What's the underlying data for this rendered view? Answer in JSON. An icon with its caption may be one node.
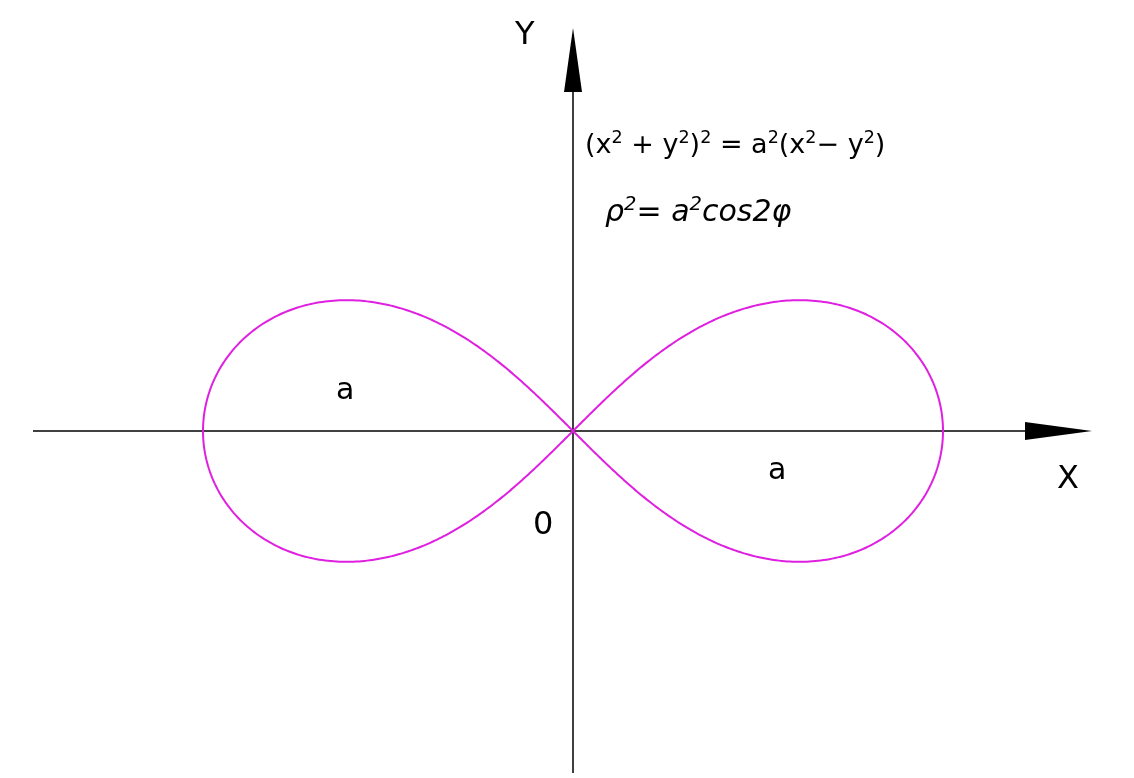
{
  "diagram": {
    "labels": [
      "Y",
      "(x$^{2}$ + y$^{2}$)$^{2}$ = a$^{2}$(x$^{2}$− y$^{2}$)",
      "ρ$^{2}$= a$^{2}$cos2φ",
      "a",
      "X",
      "a",
      "0"
    ]
  }
}
